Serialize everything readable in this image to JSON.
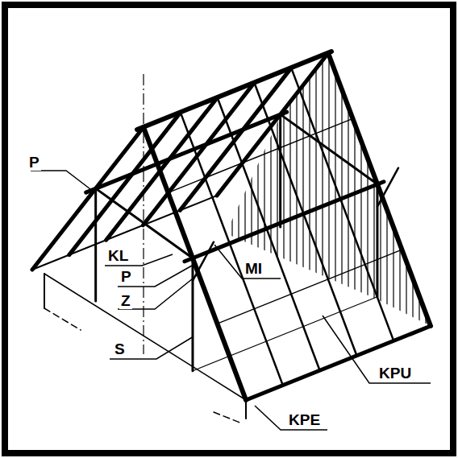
{
  "diagram": {
    "labels": [
      "P",
      "KL",
      "P",
      "Z",
      "MI",
      "S",
      "KPU",
      "KPE"
    ]
  }
}
